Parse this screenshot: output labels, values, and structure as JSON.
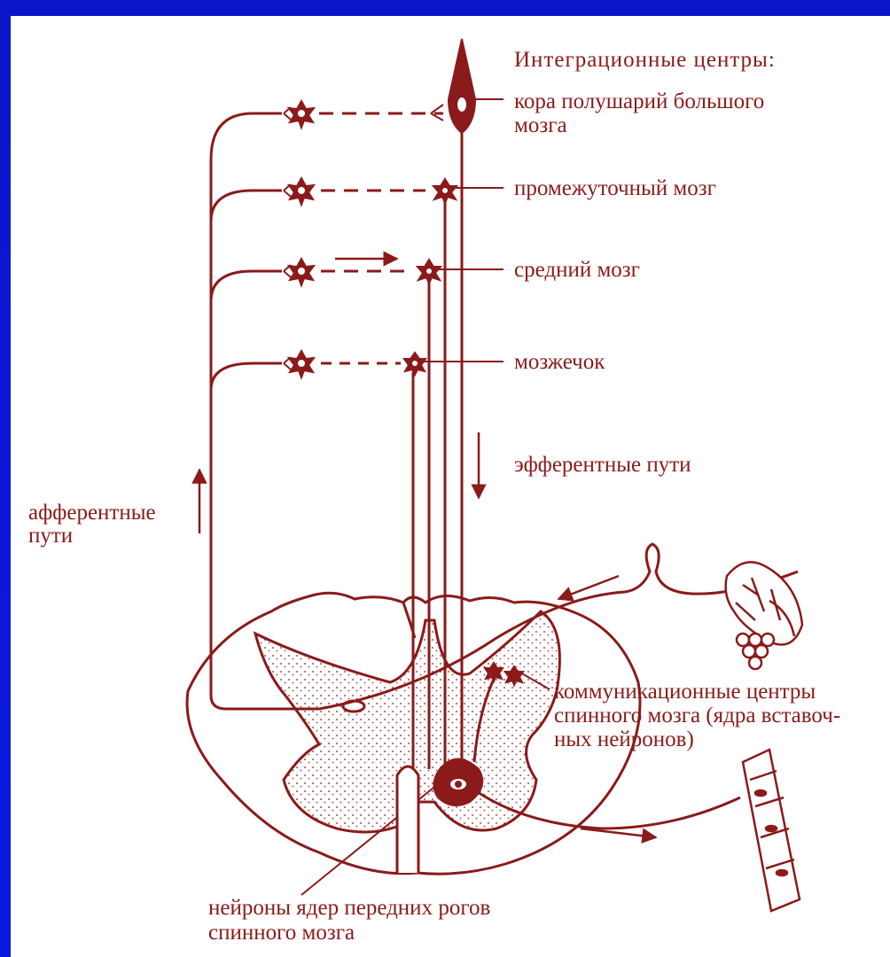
{
  "labels": {
    "integration_title": "Интеграционные центры:",
    "cortex": [
      "кора полушарий большого",
      "мозга"
    ],
    "diencephalon": "промежуточный мозг",
    "midbrain": "средний мозг",
    "cerebellum": "мозжечок",
    "efferent": "эфферентные пути",
    "afferent": [
      "афферентные",
      "пути"
    ],
    "communication": [
      "коммуникационные центры",
      "спинного мозга (ядра вставоч-",
      "ных нейронов)"
    ],
    "anterior_horn": [
      "нейроны ядер передних рогов",
      "спинного мозга"
    ]
  },
  "colors": {
    "ink": "#8b1a1a",
    "background": "#ffffff",
    "frame": "#0b16d6"
  }
}
